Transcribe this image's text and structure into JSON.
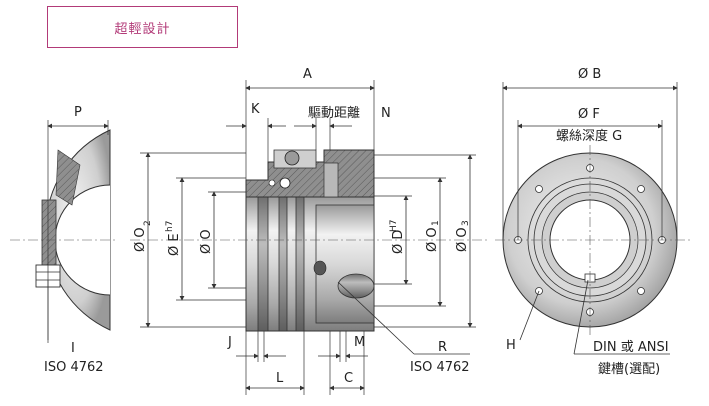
{
  "title": "超輕設計",
  "labels": {
    "P": "P",
    "I": "I",
    "iso_left": "ISO 4762",
    "A": "A",
    "K": "K",
    "drive_distance": "驅動距離",
    "N": "N",
    "O2_phi": "Ø O",
    "O2_sub": "2",
    "E_phi": "Ø E",
    "E_sup": "h7",
    "O_phi": "Ø O",
    "D_phi": "Ø D",
    "D_sup": "H7",
    "O1_phi": "Ø O",
    "O1_sub": "1",
    "O3_phi": "Ø O",
    "O3_sub": "3",
    "J": "J",
    "M": "M",
    "R": "R",
    "L": "L",
    "C": "C",
    "iso_right": "ISO 4762",
    "B": "Ø B",
    "F": "Ø F",
    "thread_depth": "螺絲深度 G",
    "H": "H",
    "din_ansi": "DIN 或 ANSI",
    "keyway": "鍵槽(選配)"
  },
  "colors": {
    "accent": "#b23a78",
    "line": "#333333",
    "metal_light": "#e6e6e6",
    "metal_dark": "#8a8a8a"
  }
}
